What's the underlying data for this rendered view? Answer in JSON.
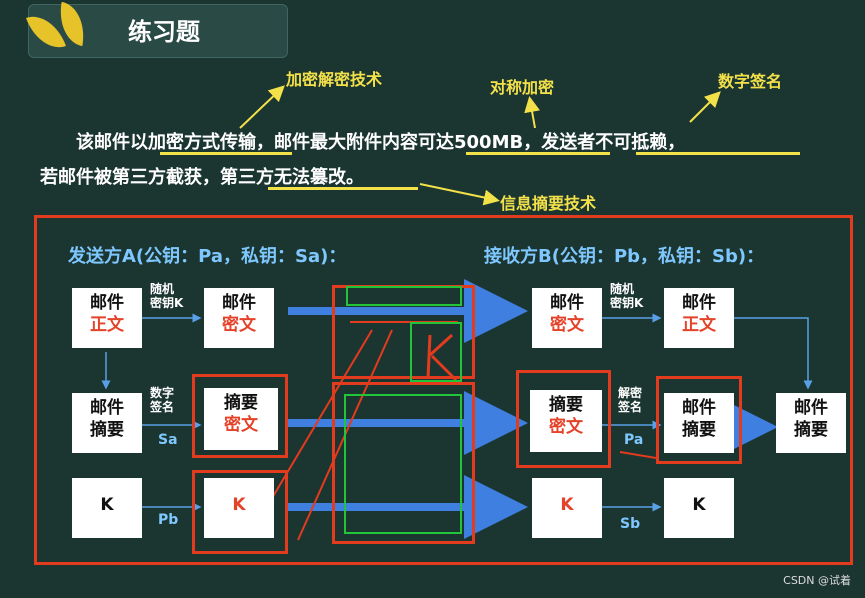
{
  "title": "练习题",
  "annotations": {
    "encrypt_tech": "加密解密技术",
    "symmetric": "对称加密",
    "signature": "数字签名",
    "digest_tech": "信息摘要技术"
  },
  "sentence": {
    "line1": "该邮件以加密方式传输，邮件最大附件内容可达500MB，发送者不可抵赖，",
    "line2": "若邮件被第三方截获，第三方无法篡改。"
  },
  "sender_header": "发送方A(公钥：Pa，私钥：Sa)：",
  "receiver_header": "接收方B(公钥：Pb，私钥：Sb)：",
  "boxes": {
    "a_mail": [
      "邮件",
      "正文"
    ],
    "a_cipher": [
      "邮件",
      "密文"
    ],
    "a_digest": [
      "邮件",
      "摘要"
    ],
    "a_digest_cipher": [
      "摘要",
      "密文"
    ],
    "a_k": "K",
    "a_k2": "K",
    "b_cipher": [
      "邮件",
      "密文"
    ],
    "b_plain": [
      "邮件",
      "正文"
    ],
    "b_digest_cipher": [
      "摘要",
      "密文"
    ],
    "b_digest": [
      "邮件",
      "摘要"
    ],
    "b_digest_out": [
      "邮件",
      "摘要"
    ],
    "b_k": "K",
    "b_k2": "K"
  },
  "labels": {
    "random_key_a": [
      "随机",
      "密钥K"
    ],
    "digital_sign": [
      "数字",
      "签名"
    ],
    "sa": "Sa",
    "pb": "Pb",
    "random_key_b": [
      "随机",
      "密钥K"
    ],
    "decrypt_sign": [
      "解密",
      "签名"
    ],
    "pa": "Pa",
    "sb": "Sb"
  },
  "watermark": "CSDN @试着",
  "colors": {
    "background": "#1b3531",
    "highlight": "#f3e14a",
    "frame": "#e23b1e",
    "arrow": "#3f7fe0",
    "header": "#7ec8ff",
    "green": "#22c43a"
  }
}
